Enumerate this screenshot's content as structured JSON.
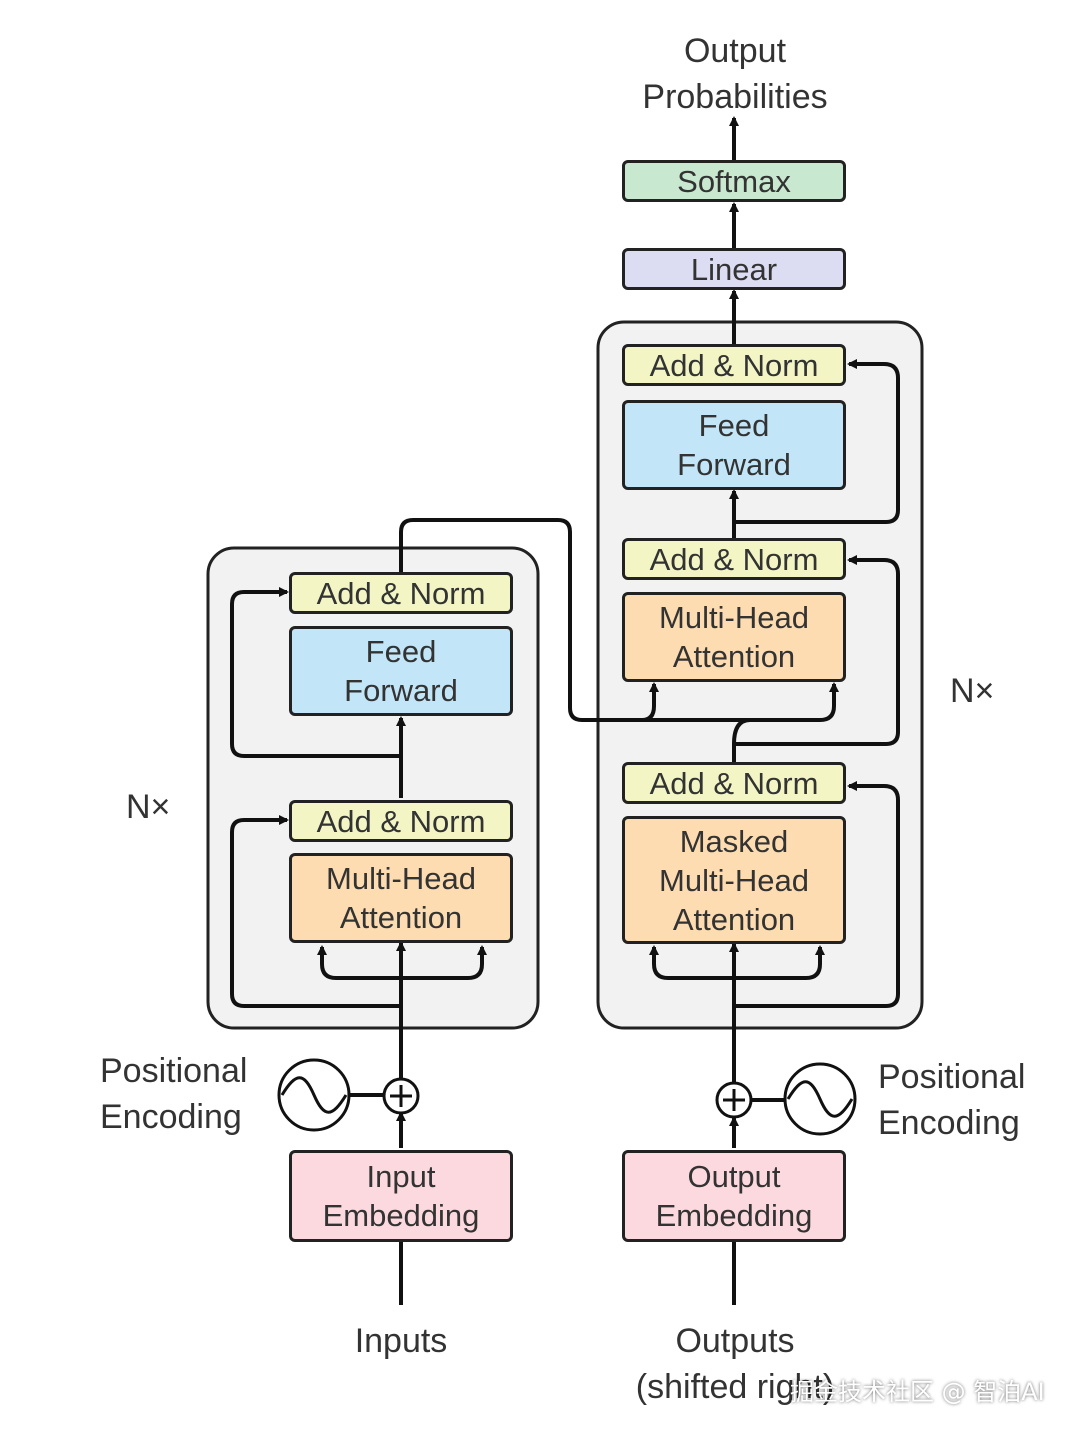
{
  "encoder": {
    "repeat_label": "N×",
    "blocks": {
      "add_norm_top": "Add & Norm",
      "feed_forward": [
        "Feed",
        "Forward"
      ],
      "add_norm_bottom": "Add & Norm",
      "attention": [
        "Multi-Head",
        "Attention"
      ]
    },
    "positional_encoding": [
      "Positional",
      "Encoding"
    ],
    "embedding": [
      "Input",
      "Embedding"
    ],
    "input_label": "Inputs"
  },
  "decoder": {
    "repeat_label": "N×",
    "blocks": {
      "add_norm_top": "Add & Norm",
      "feed_forward": [
        "Feed",
        "Forward"
      ],
      "add_norm_mid": "Add & Norm",
      "cross_attention": [
        "Multi-Head",
        "Attention"
      ],
      "add_norm_bottom": "Add & Norm",
      "masked_attention": [
        "Masked",
        "Multi-Head",
        "Attention"
      ]
    },
    "positional_encoding": [
      "Positional",
      "Encoding"
    ],
    "embedding": [
      "Output",
      "Embedding"
    ],
    "input_label": [
      "Outputs",
      "(shifted right)"
    ]
  },
  "head": {
    "linear": "Linear",
    "softmax": "Softmax",
    "output_label": [
      "Output",
      "Probabilities"
    ]
  },
  "colors": {
    "add_norm": "#f3f6c4",
    "feed_forward": "#c2e6f8",
    "attention": "#fcdcb0",
    "embedding": "#fbd9de",
    "linear": "#dcdcf2",
    "softmax": "#c8e9d0",
    "stack_bg": "#f2f2f2"
  },
  "watermark": "掘金技术社区 @ 智泊AI"
}
